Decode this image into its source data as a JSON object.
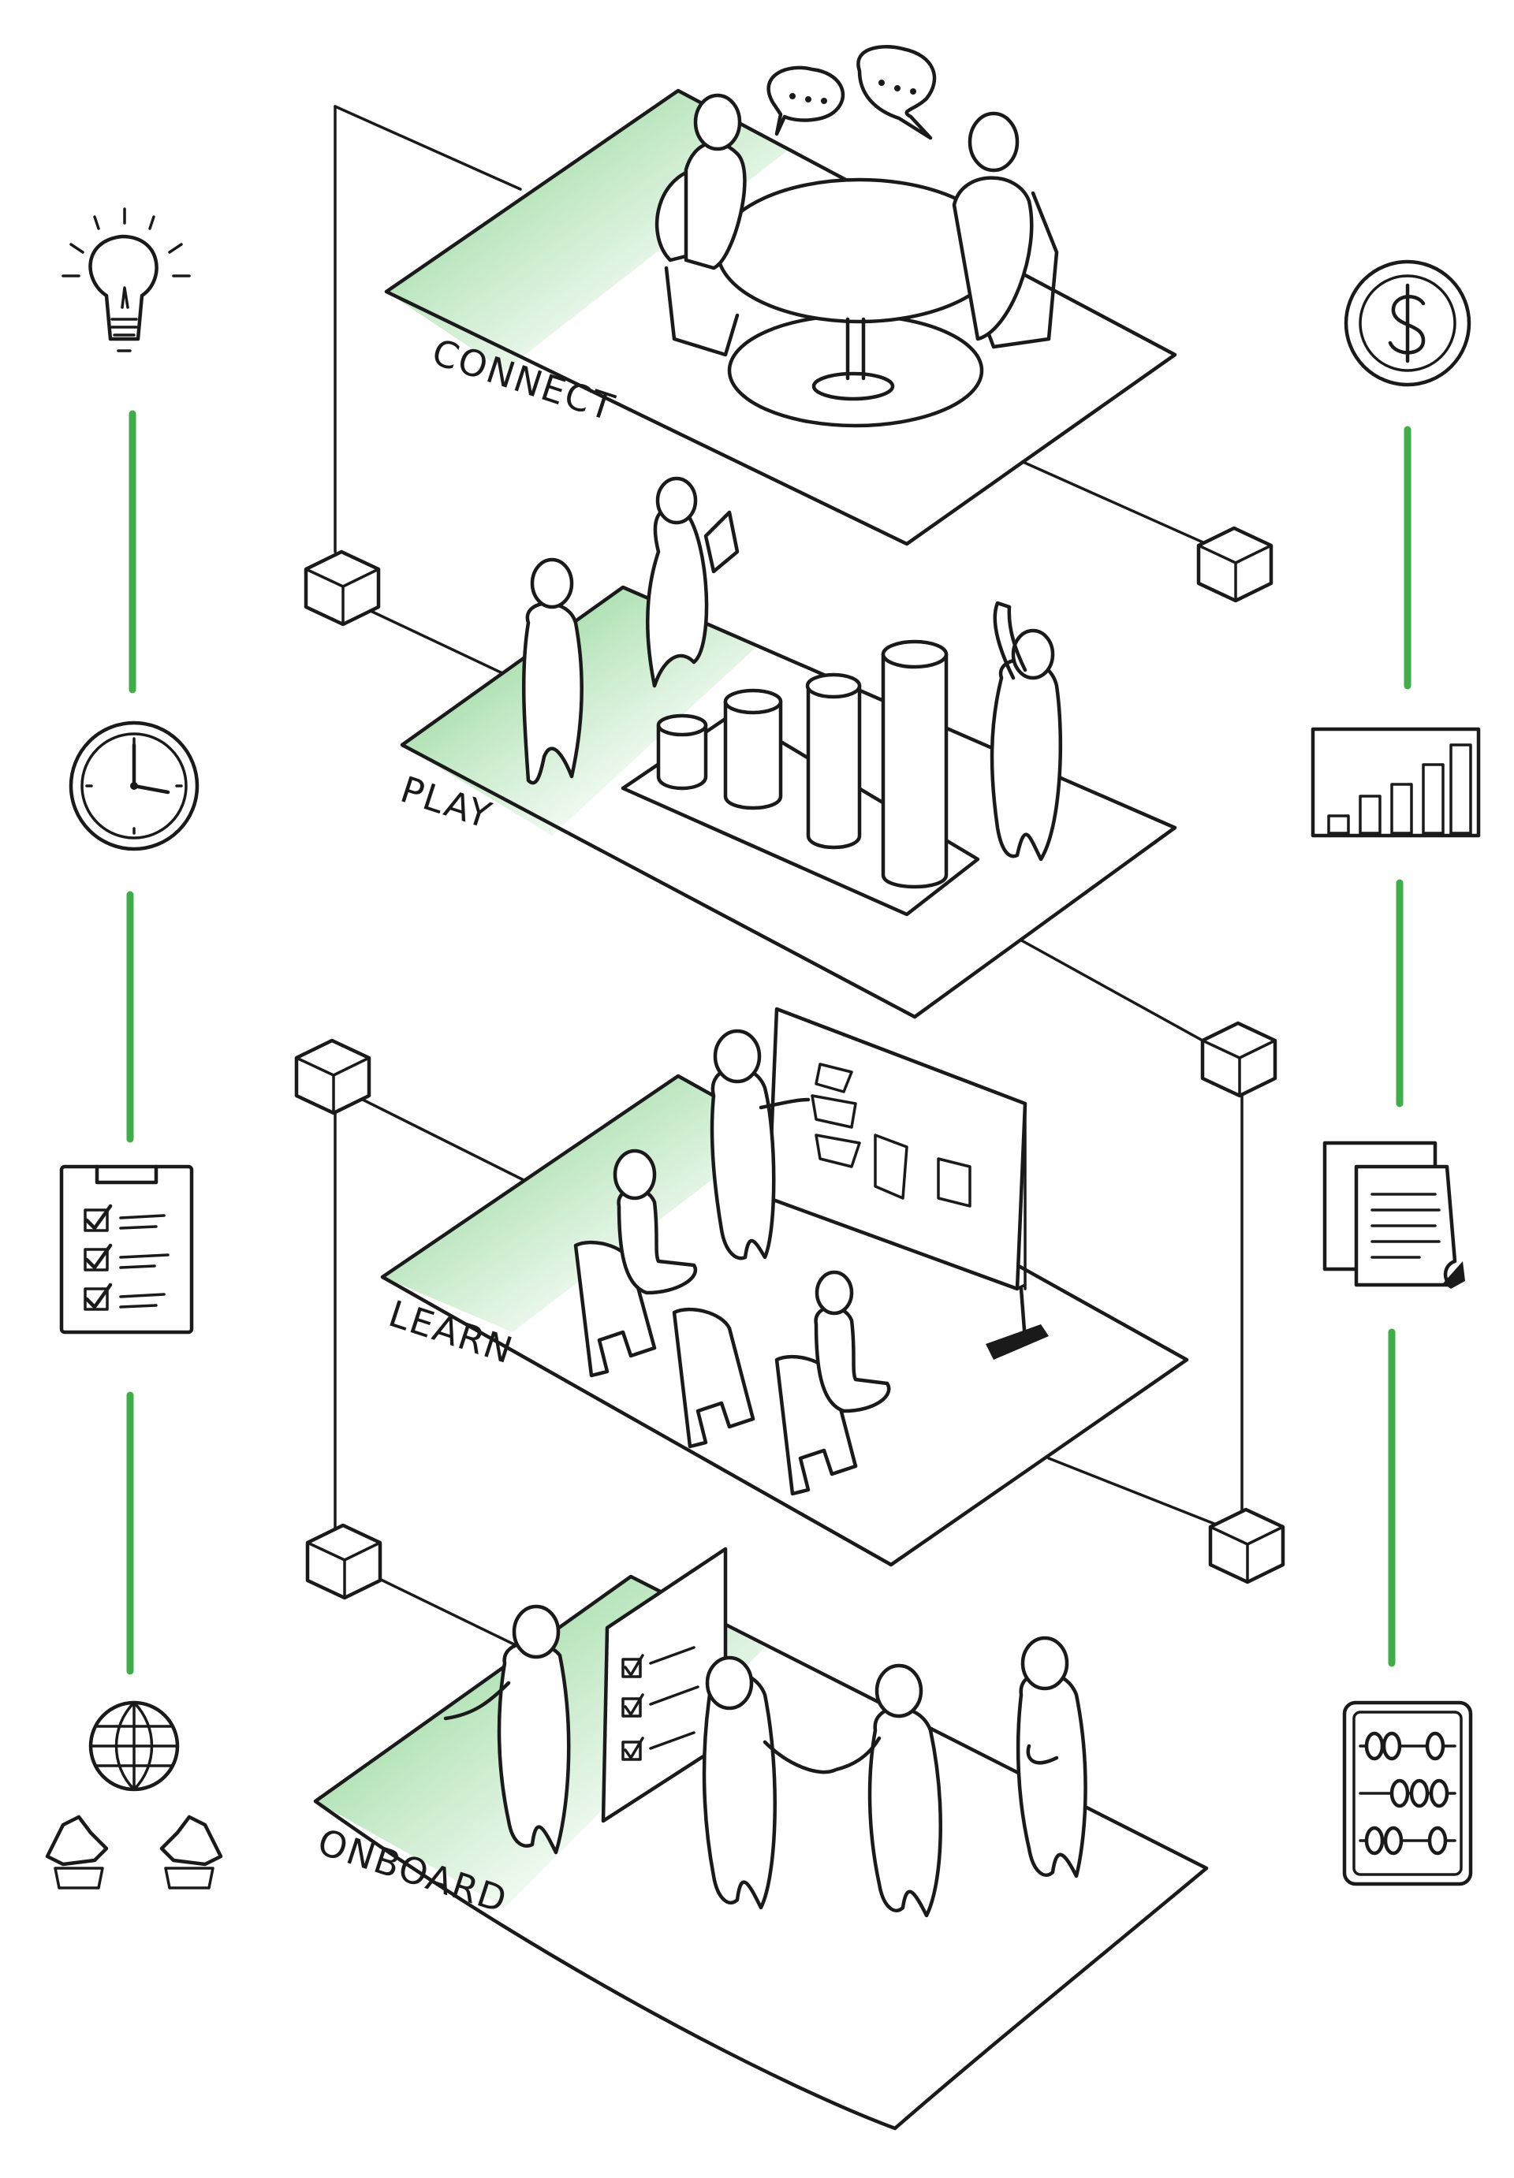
{
  "colors": {
    "accent_green": "#3fae49",
    "wash_green": "#7fcf85",
    "ink": "#1a1a1a",
    "background": "#ffffff"
  },
  "layers": [
    {
      "id": "connect",
      "label": "CONNECT",
      "scene": "round-table-meeting"
    },
    {
      "id": "play",
      "label": "PLAY",
      "scene": "bar-chart-presentation"
    },
    {
      "id": "learn",
      "label": "LEARN",
      "scene": "whiteboard-class"
    },
    {
      "id": "onboard",
      "label": "ONBOARD",
      "scene": "checklist-welcome"
    }
  ],
  "left_icons": [
    "lightbulb-icon",
    "clock-icon",
    "checklist-icon",
    "globe-hands-icon"
  ],
  "right_icons": [
    "dollar-coin-icon",
    "bar-chart-icon",
    "documents-icon",
    "abacus-icon"
  ]
}
